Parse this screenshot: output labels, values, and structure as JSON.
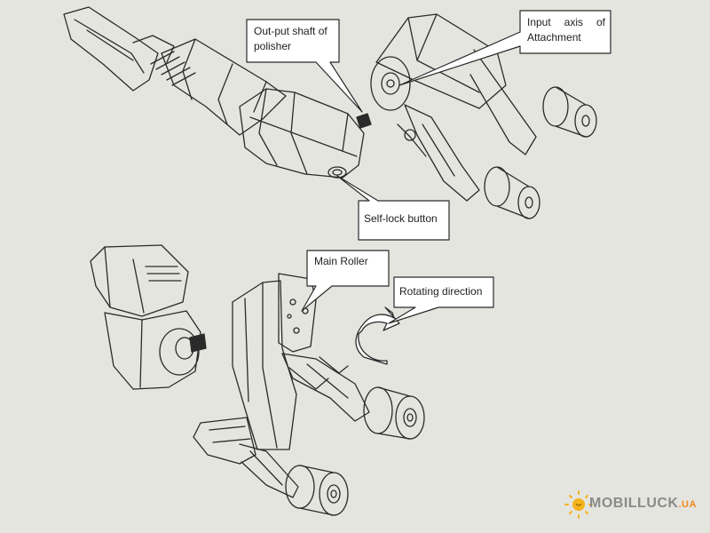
{
  "callouts": {
    "output_shaft": {
      "line1": "Out-put shaft of",
      "line2": "polisher"
    },
    "input_axis": {
      "line1_a": "Input",
      "line1_b": "axis",
      "line1_c": "of",
      "line2": "Attachment"
    },
    "self_lock": "Self-lock button",
    "main_roller": "Main Roller",
    "rotating_direction": "Rotating direction"
  },
  "watermark": {
    "brand_a": "MOBILLUCK",
    "brand_b": ".UA",
    "colors": {
      "sun": "#f5b31c",
      "text": "#8a8a8a",
      "accent": "#f28a1d"
    }
  },
  "colors": {
    "paper": "#e5e5e0",
    "ink": "#2a2a2a",
    "callout_fill": "#ffffff"
  }
}
